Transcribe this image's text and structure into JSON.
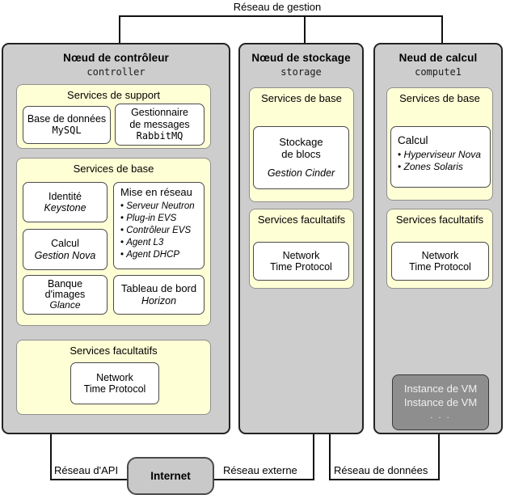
{
  "networks": {
    "management": "Réseau de gestion",
    "api": "Réseau d'API",
    "external": "Réseau externe",
    "data": "Réseau de données",
    "internet": "Internet"
  },
  "ntp": {
    "line1": "Network",
    "line2": "Time Protocol"
  },
  "nodes": {
    "controller": {
      "title": "Nœud de contrôleur",
      "hostname": "controller",
      "support": {
        "title": "Services de support",
        "database": {
          "name": "Base de données",
          "product": "MySQL"
        },
        "messaging": {
          "name_line1": "Gestionnaire",
          "name_line2": "de messages",
          "product": "RabbitMQ"
        }
      },
      "base": {
        "title": "Services de base",
        "identity": {
          "name": "Identité",
          "product": "Keystone"
        },
        "networking": {
          "name": "Mise en réseau",
          "items": [
            "Serveur Neutron",
            "Plug-in EVS",
            "Contrôleur EVS",
            "Agent L3",
            "Agent DHCP"
          ]
        },
        "compute": {
          "name": "Calcul",
          "product": "Gestion Nova"
        },
        "image": {
          "name_line1": "Banque",
          "name_line2": "d'images",
          "product": "Glance"
        },
        "dashboard": {
          "name": "Tableau de bord",
          "product": "Horizon"
        }
      },
      "optional": {
        "title": "Services facultatifs"
      }
    },
    "storage": {
      "title": "Nœud de stockage",
      "hostname": "storage",
      "base": {
        "title": "Services de base",
        "block": {
          "name_line1": "Stockage",
          "name_line2": "de blocs",
          "product": "Gestion Cinder"
        }
      },
      "optional": {
        "title": "Services facultatifs"
      }
    },
    "compute": {
      "title": "Neud de calcul",
      "hostname": "compute1",
      "base": {
        "title": "Services de base",
        "compute": {
          "name": "Calcul",
          "items": [
            "Hyperviseur Nova",
            "Zones Solaris"
          ]
        }
      },
      "optional": {
        "title": "Services facultatifs"
      },
      "vm": {
        "line1": "Instance de VM",
        "line2": "Instance de VM",
        "ellipsis": ". . ."
      }
    }
  },
  "colors": {
    "node_fill": "#cdcdcd",
    "group_fill": "#ffffd6",
    "vm_fill": "#8e8e8e",
    "line": "#111111"
  }
}
